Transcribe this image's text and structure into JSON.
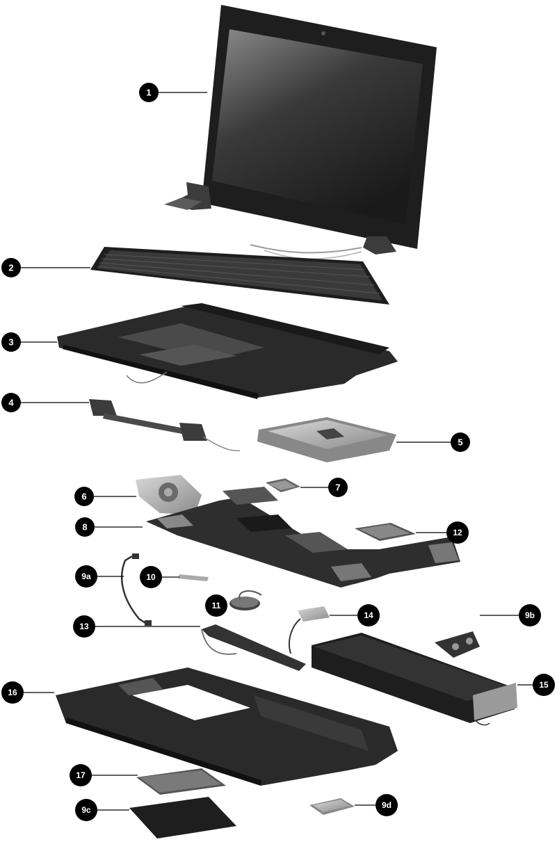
{
  "diagram": {
    "colors": {
      "part_dark": "#1e1e1e",
      "part_mid": "#3c3c3c",
      "part_light": "#8a8a8a",
      "screen_dark": "#2a2a2a",
      "screen_light": "#7a7a7a",
      "metal": "#b9b9b9",
      "callout_bg": "#000000",
      "callout_text": "#ffffff"
    },
    "callouts": [
      "1",
      "2",
      "3",
      "4",
      "5",
      "6",
      "7",
      "8",
      "9a",
      "10",
      "11",
      "12",
      "13",
      "14",
      "9b",
      "15",
      "16",
      "17",
      "9c",
      "9d"
    ]
  }
}
